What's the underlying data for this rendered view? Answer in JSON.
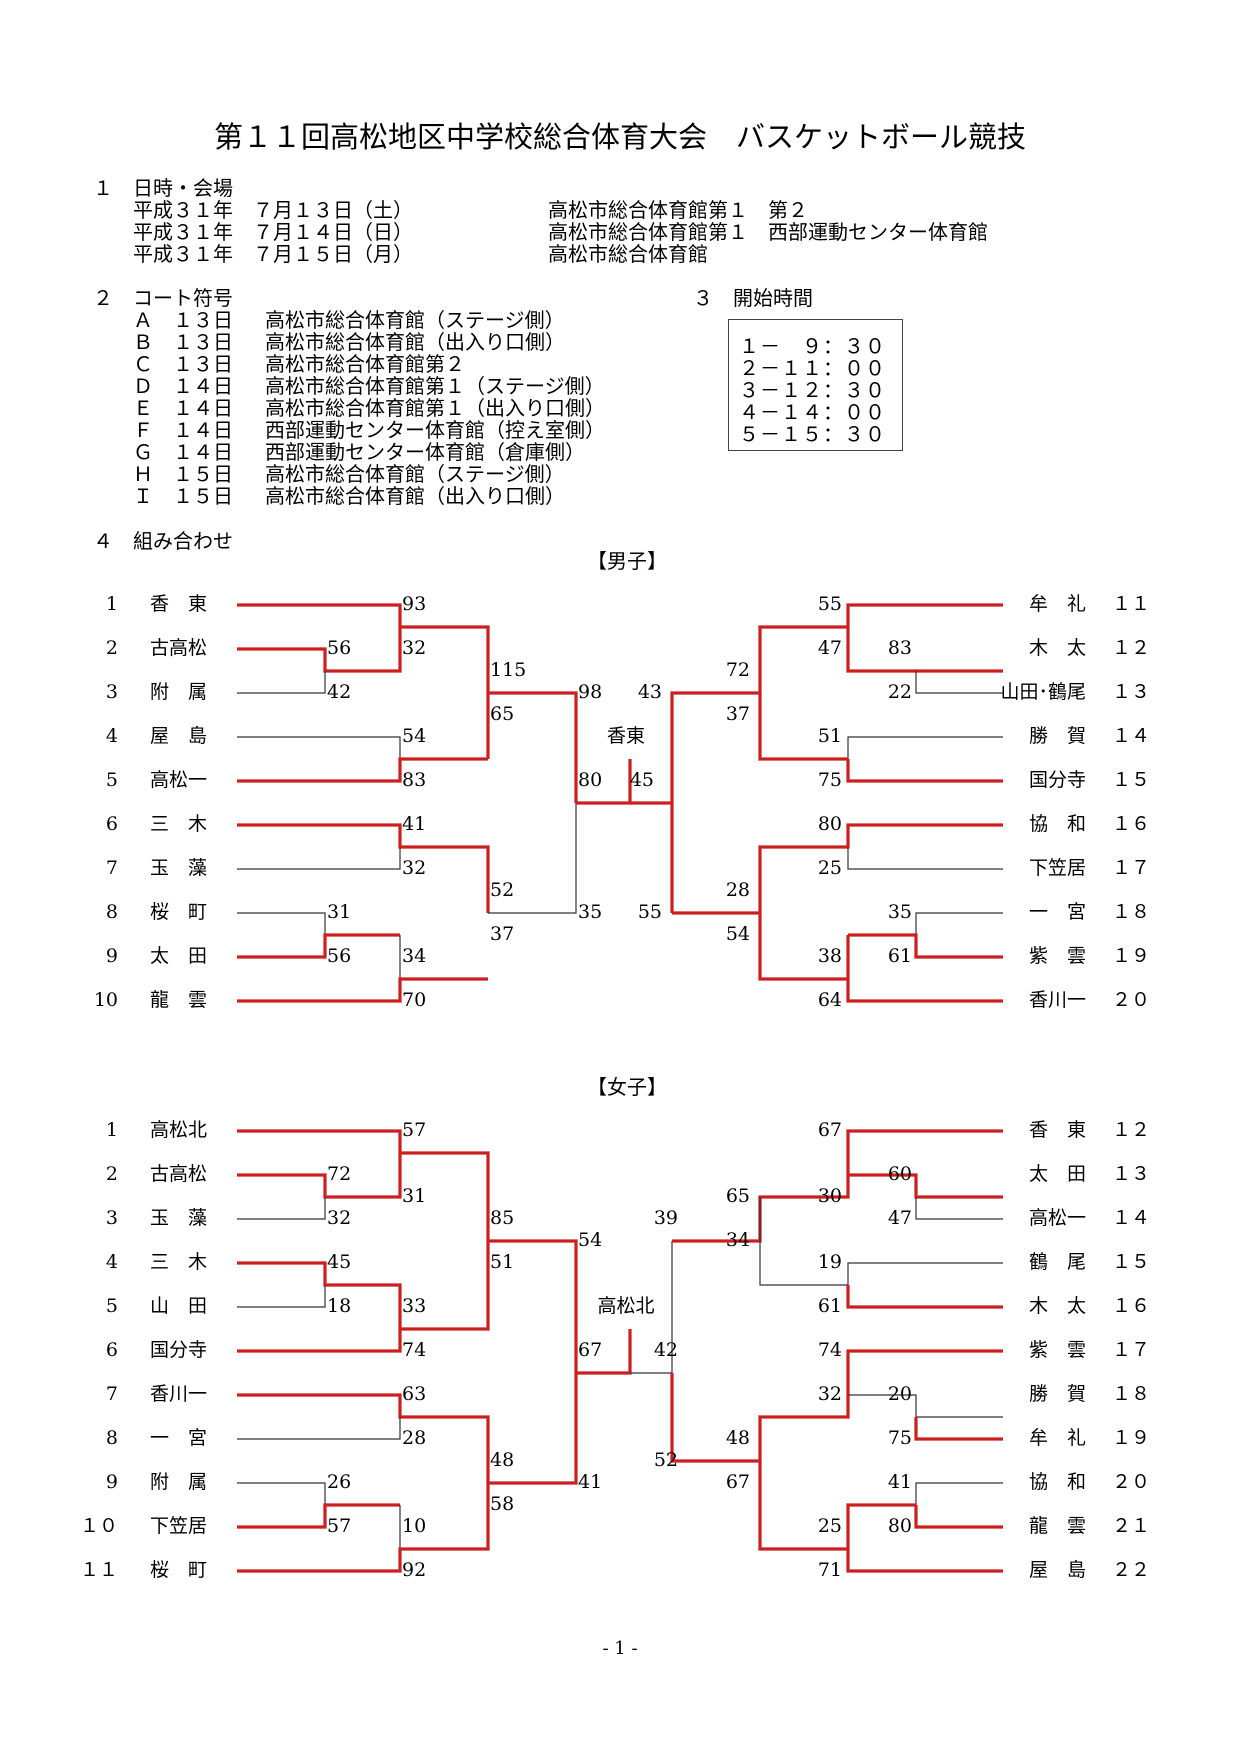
{
  "title": "第１１回高松地区中学校総合体育大会　バスケットボール競技",
  "sec1": {
    "heading": "１　日時・会場",
    "rows": [
      {
        "date": "平成３１年　７月１３日（土）",
        "venue": "高松市総合体育館第１　第２"
      },
      {
        "date": "平成３１年　７月１４日（日）",
        "venue": "高松市総合体育館第１　西部運動センター体育館"
      },
      {
        "date": "平成３１年　７月１５日（月）",
        "venue": "高松市総合体育館"
      }
    ]
  },
  "sec2": {
    "heading": "２　コート符号",
    "rows": [
      {
        "code": "Ａ　１３日",
        "place": "高松市総合体育館（ステージ側）"
      },
      {
        "code": "Ｂ　１３日",
        "place": "高松市総合体育館（出入り口側）"
      },
      {
        "code": "Ｃ　１３日",
        "place": "高松市総合体育館第２"
      },
      {
        "code": "Ｄ　１４日",
        "place": "高松市総合体育館第１（ステージ側）"
      },
      {
        "code": "Ｅ　１４日",
        "place": "高松市総合体育館第１（出入り口側）"
      },
      {
        "code": "Ｆ　１４日",
        "place": "西部運動センター体育館（控え室側）"
      },
      {
        "code": "Ｇ　１４日",
        "place": "西部運動センター体育館（倉庫側）"
      },
      {
        "code": "Ｈ　１５日",
        "place": "高松市総合体育館（ステージ側）"
      },
      {
        "code": "Ｉ　１５日",
        "place": "高松市総合体育館（出入り口側）"
      }
    ]
  },
  "sec3": {
    "heading": "３　開始時間",
    "times": [
      "１－　９：３０",
      "２－１１：００",
      "３－１２：３０",
      "４－１４：００",
      "５－１５：３０"
    ]
  },
  "sec4": {
    "heading": "４　組み合わせ"
  },
  "boys": {
    "label": "【男子】",
    "champion": "香東",
    "left": [
      {
        "no": "1",
        "name": "香　東"
      },
      {
        "no": "2",
        "name": "古高松"
      },
      {
        "no": "3",
        "name": "附　属"
      },
      {
        "no": "4",
        "name": "屋　島"
      },
      {
        "no": "5",
        "name": "高松一"
      },
      {
        "no": "6",
        "name": "三　木"
      },
      {
        "no": "7",
        "name": "玉　藻"
      },
      {
        "no": "8",
        "name": "桜　町"
      },
      {
        "no": "9",
        "name": "太　田"
      },
      {
        "no": "10",
        "name": "龍　雲"
      }
    ],
    "right": [
      {
        "no": "１１",
        "name": "牟　礼"
      },
      {
        "no": "１２",
        "name": "木　太"
      },
      {
        "no": "１３",
        "name": "山田･鶴尾"
      },
      {
        "no": "１４",
        "name": "勝　賀"
      },
      {
        "no": "１５",
        "name": "国分寺"
      },
      {
        "no": "１６",
        "name": "協　和"
      },
      {
        "no": "１７",
        "name": "下笠居"
      },
      {
        "no": "１８",
        "name": "一　宮"
      },
      {
        "no": "１９",
        "name": "紫　雲"
      },
      {
        "no": "２０",
        "name": "香川一"
      }
    ],
    "scores": [
      "93",
      "56",
      "32",
      "42",
      "115",
      "65",
      "54",
      "83",
      "98",
      "80",
      "41",
      "32",
      "31",
      "52",
      "56",
      "34",
      "37",
      "70",
      "35",
      "43",
      "45",
      "55",
      "72",
      "37",
      "55",
      "47",
      "83",
      "22",
      "51",
      "75",
      "80",
      "25",
      "28",
      "54",
      "35",
      "61",
      "38",
      "64"
    ]
  },
  "girls": {
    "label": "【女子】",
    "champion": "高松北",
    "left": [
      {
        "no": "1",
        "name": "高松北"
      },
      {
        "no": "2",
        "name": "古高松"
      },
      {
        "no": "3",
        "name": "玉　藻"
      },
      {
        "no": "4",
        "name": "三　木"
      },
      {
        "no": "5",
        "name": "山　田"
      },
      {
        "no": "6",
        "name": "国分寺"
      },
      {
        "no": "7",
        "name": "香川一"
      },
      {
        "no": "8",
        "name": "一　宮"
      },
      {
        "no": "9",
        "name": "附　属"
      },
      {
        "no": "１０",
        "name": "下笠居"
      },
      {
        "no": "１１",
        "name": "桜　町"
      }
    ],
    "right": [
      {
        "no": "１２",
        "name": "香　東"
      },
      {
        "no": "１３",
        "name": "太　田"
      },
      {
        "no": "１４",
        "name": "高松一"
      },
      {
        "no": "１５",
        "name": "鶴　尾"
      },
      {
        "no": "１６",
        "name": "木　太"
      },
      {
        "no": "１７",
        "name": "紫　雲"
      },
      {
        "no": "１８",
        "name": "勝　賀"
      },
      {
        "no": "１９",
        "name": "牟　礼"
      },
      {
        "no": "２０",
        "name": "協　和"
      },
      {
        "no": "２１",
        "name": "龍　雲"
      },
      {
        "no": "２２",
        "name": "屋　島"
      }
    ],
    "scores": [
      "57",
      "72",
      "31",
      "32",
      "85",
      "45",
      "33",
      "18",
      "51",
      "74",
      "54",
      "67",
      "63",
      "28",
      "48",
      "26",
      "57",
      "10",
      "58",
      "92",
      "41",
      "39",
      "42",
      "65",
      "67",
      "30",
      "60",
      "47",
      "34",
      "19",
      "61",
      "74",
      "32",
      "20",
      "75",
      "48",
      "52",
      "67",
      "41",
      "80",
      "25",
      "71"
    ]
  },
  "footer": "- 1 -"
}
